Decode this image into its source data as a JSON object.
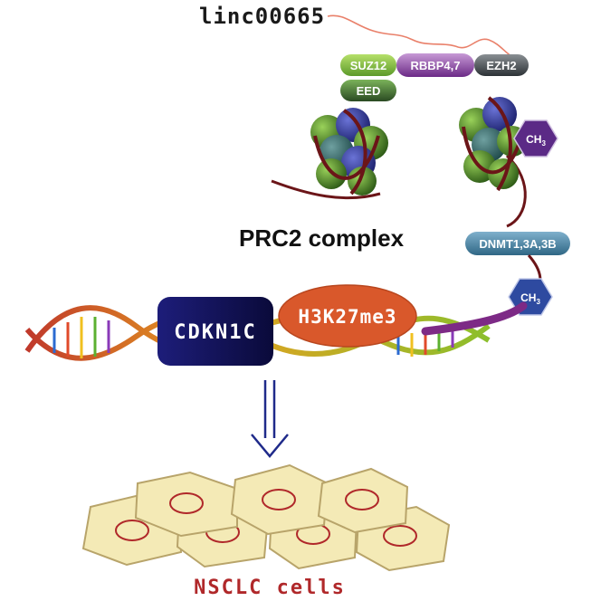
{
  "lncrna_label": "linc00665",
  "complex_label": "PRC2 complex",
  "subunits": {
    "suz12": "SUZ12",
    "rbbp": "RBBP4,7",
    "ezh2": "EZH2",
    "eed": "EED"
  },
  "dnmt_label": "DNMT1,3A,3B",
  "methyl_label": "CH",
  "methyl_subscript": "3",
  "gene_label": "CDKN1C",
  "histone_mark_label": "H3K27me3",
  "outcome_label": "NSCLC cells",
  "colors": {
    "lncrna": "#e9806a",
    "dna_backbone": "#7a1a1f",
    "purple_tail": "#7d2a86",
    "cdkn_box": "#1a1a6e",
    "h3k_oval": "#d9582b",
    "ch3_hex": "#5b2a86",
    "dnmt_pill": "#4f87a8",
    "arrow": "#1f2a8a",
    "cell_fill": "#f4eab6",
    "cell_stroke": "#b8a46a",
    "nucleus": "#b0282a",
    "outcome_text": "#b0282a"
  }
}
